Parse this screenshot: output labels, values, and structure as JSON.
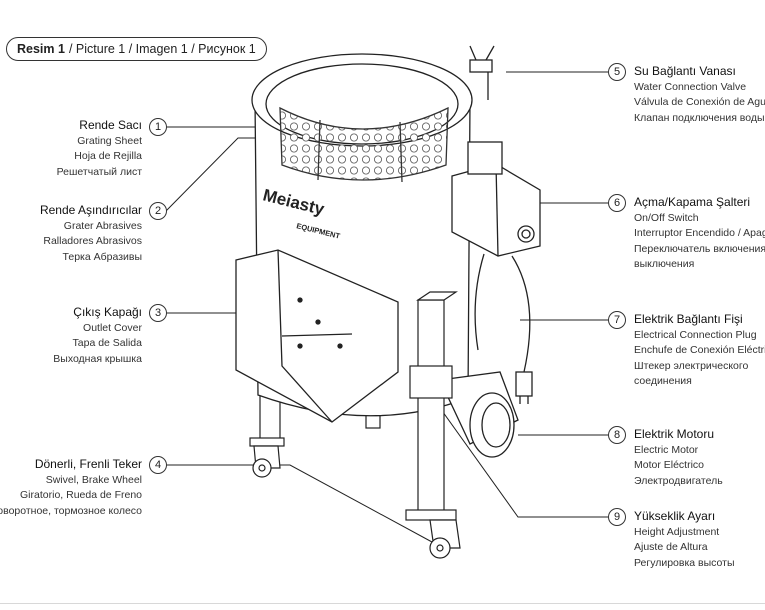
{
  "title": {
    "bold": "Resim 1",
    "rest": "/ Picture 1 / Imagen 1 / Рисунок 1"
  },
  "machine": {
    "brand": "Meiasty",
    "brand_sub": "EQUIPMENT"
  },
  "callouts": [
    {
      "num": "1",
      "tr": "Rende Sacı",
      "en": "Grating Sheet",
      "es": "Hoja de Rejilla",
      "ru": "Решетчатый лист"
    },
    {
      "num": "2",
      "tr": "Rende Aşındırıcılar",
      "en": "Grater Abrasives",
      "es": "Ralladores Abrasivos",
      "ru": "Терка Абразивы"
    },
    {
      "num": "3",
      "tr": "Çıkış Kapağı",
      "en": "Outlet Cover",
      "es": "Tapa de Salida",
      "ru": "Выходная крышка"
    },
    {
      "num": "4",
      "tr": "Dönerli, Frenli Teker",
      "en": "Swivel, Brake Wheel",
      "es": "Giratorio, Rueda de Freno",
      "ru": "Поворотное, тормозное колесо"
    },
    {
      "num": "5",
      "tr": "Su Bağlantı Vanası",
      "en": "Water Connection Valve",
      "es": "Válvula de Conexión de Agua",
      "ru": "Клапан подключения воды"
    },
    {
      "num": "6",
      "tr": "Açma/Kapama Şalteri",
      "en": "On/Off Switch",
      "es": "Interruptor Encendido / Apagado",
      "ru": "Переключатель включения/",
      "ru2": "выключения"
    },
    {
      "num": "7",
      "tr": "Elektrik Bağlantı Fişi",
      "en": "Electrical Connection Plug",
      "es": "Enchufe de Conexión Eléctrica",
      "ru": "Штекер электрического",
      "ru2": "соединения"
    },
    {
      "num": "8",
      "tr": "Elektrik Motoru",
      "en": "Electric Motor",
      "es": "Motor Eléctrico",
      "ru": "Электродвигатель"
    },
    {
      "num": "9",
      "tr": "Yükseklik Ayarı",
      "en": "Height Adjustment",
      "es": "Ajuste de Altura",
      "ru": "Регулировка высоты"
    }
  ]
}
